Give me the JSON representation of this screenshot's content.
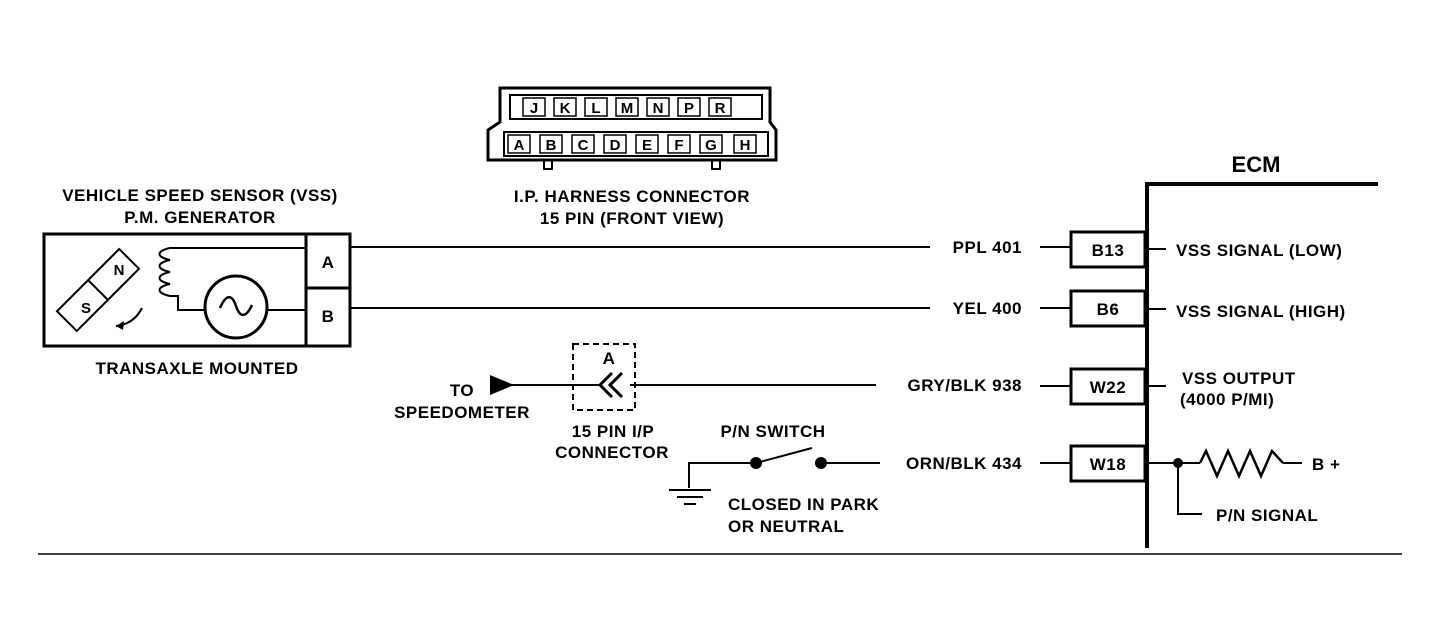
{
  "harness_connector": {
    "top_pins": [
      "J",
      "K",
      "L",
      "M",
      "N",
      "P",
      "R"
    ],
    "bottom_pins": [
      "A",
      "B",
      "C",
      "D",
      "E",
      "F",
      "G",
      "H"
    ],
    "label_line1": "I.P. HARNESS CONNECTOR",
    "label_line2": "15 PIN (FRONT VIEW)"
  },
  "vss": {
    "title_line1": "VEHICLE SPEED SENSOR (VSS)",
    "title_line2": "P.M. GENERATOR",
    "magnet_n": "N",
    "magnet_s": "S",
    "terminal_a": "A",
    "terminal_b": "B",
    "mount_label": "TRANSAXLE MOUNTED"
  },
  "ecm": {
    "title": "ECM",
    "circuits": [
      {
        "wire": "PPL 401",
        "pin": "B13",
        "signal": "VSS SIGNAL (LOW)"
      },
      {
        "wire": "YEL 400",
        "pin": "B6",
        "signal": "VSS SIGNAL (HIGH)"
      },
      {
        "wire": "GRY/BLK 938",
        "pin": "W22",
        "signal_line1": "VSS OUTPUT",
        "signal_line2": "(4000 P/MI)"
      },
      {
        "wire": "ORN/BLK 434",
        "pin": "W18",
        "signal": "P/N SIGNAL",
        "supply": "B +"
      }
    ]
  },
  "ip_connector": {
    "pin": "A",
    "label_line1": "15 PIN I/P",
    "label_line2": "CONNECTOR"
  },
  "speedometer": {
    "line1": "TO",
    "line2": "SPEEDOMETER"
  },
  "pn_switch": {
    "title": "P/N SWITCH",
    "note_line1": "CLOSED IN PARK",
    "note_line2": "OR NEUTRAL"
  }
}
